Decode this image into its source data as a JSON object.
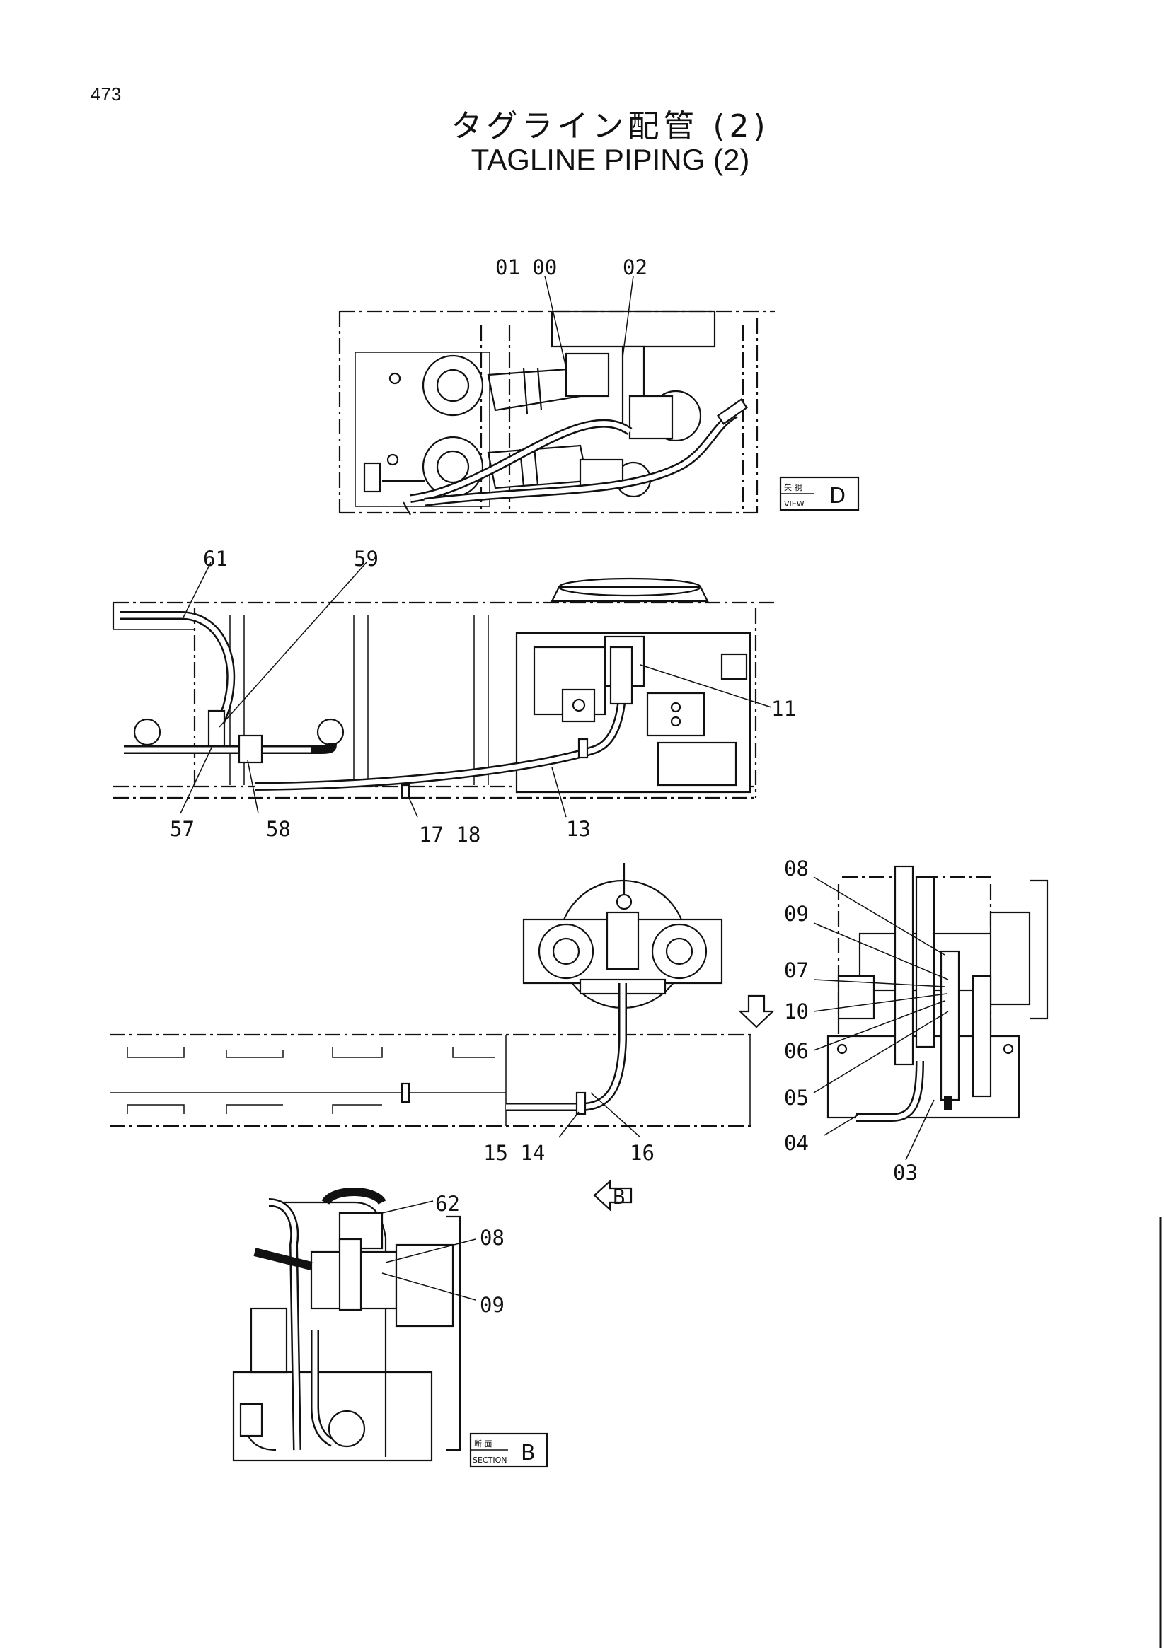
{
  "page_number": "473",
  "title_jp": "タグライン配管 (2)",
  "title_en": "TAGLINE PIPING (2)",
  "view_d": {
    "tag_jp": "矢 視",
    "tag_en": "VIEW",
    "letter": "D",
    "callouts": [
      "01 00",
      "02"
    ]
  },
  "side_view": {
    "callouts": [
      "61",
      "59",
      "11",
      "57",
      "58",
      "17 18",
      "13"
    ]
  },
  "plan_view": {
    "callouts": [
      "15 14",
      "16"
    ],
    "arrow_label": "B"
  },
  "right_view": {
    "callouts": [
      "08",
      "09",
      "07",
      "10",
      "06",
      "05",
      "04",
      "03"
    ]
  },
  "section_b": {
    "tag_jp": "断 面",
    "tag_en": "SECTION",
    "letter": "B",
    "callouts": [
      "62",
      "08",
      "09"
    ]
  }
}
